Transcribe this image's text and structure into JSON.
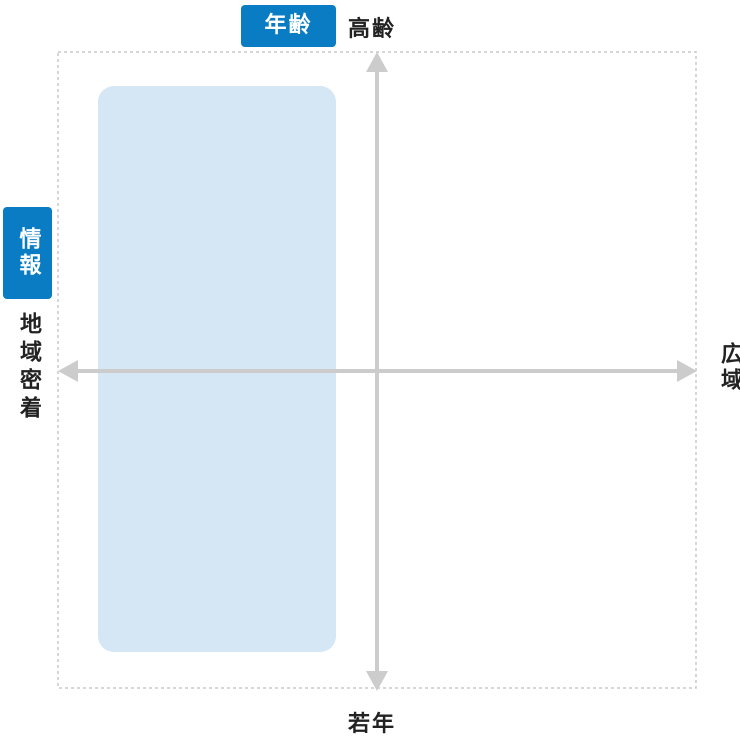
{
  "y_axis": {
    "category_badge": "年齢",
    "top_label": "高齢",
    "bottom_label": "若年"
  },
  "x_axis": {
    "category_badge": "情報",
    "left_label": "地域密着",
    "right_label": "広域"
  },
  "colors": {
    "badge": "#0a7cc4",
    "axis": "#cccccc",
    "frame": "#c8c8c8",
    "highlight_region": "#d5e6f5",
    "label_text": "#222222"
  }
}
